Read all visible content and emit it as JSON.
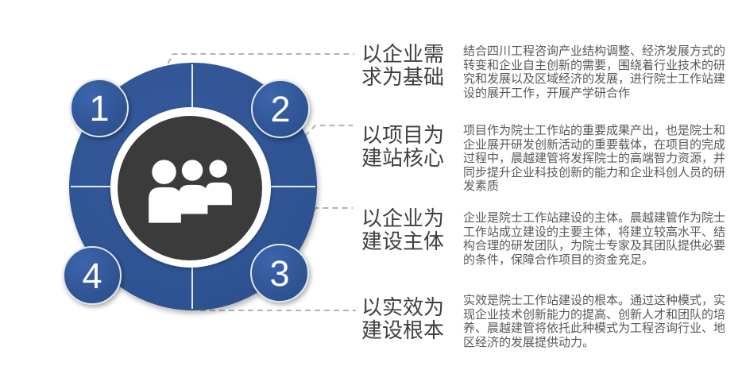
{
  "diagram": {
    "badges": [
      {
        "number": "1"
      },
      {
        "number": "2"
      },
      {
        "number": "3"
      },
      {
        "number": "4"
      }
    ],
    "center_icon": "people-group-icon",
    "colors": {
      "primary_blue": "#2F5493",
      "center_dark": "#3B3B3B",
      "ring_white": "#FFFFFF",
      "connector_gray": "#B3B3B3",
      "heading_text": "#3F3F3F",
      "body_text": "#595959"
    }
  },
  "sections": [
    {
      "number": "1",
      "title": "以企业需求为基础",
      "body": "结合四川工程咨询产业结构调整、经济发展方式的转变和企业自主创新的需要，围绕着行业技术的研究和发展以及区域经济的发展，进行院士工作站建设的展开工作，开展产学研合作"
    },
    {
      "number": "2",
      "title": "以项目为建站核心",
      "body": "项目作为院士工作站的重要成果产出，也是院士和企业展开研发创新活动的重要载体，在项目的完成过程中，晨越建管将发挥院士的高端智力资源，并同步提升企业科技创新的能力和企业科创人员的研发素质"
    },
    {
      "number": "3",
      "title": "以企业为建设主体",
      "body": "企业是院士工作站建设的主体。晨越建管作为院士工作站成立建设的主要主体，将建立较高水平、结构合理的研发团队，为院士专家及其团队提供必要的条件，保障合作项目的资金充足。"
    },
    {
      "number": "4",
      "title": "以实效为建设根本",
      "body": "实效是院士工作站建设的根本。通过这种模式，实现企业技术创新能力的提高、创新人才和团队的培养、晨越建管将依托此种模式为工程咨询行业、地区经济的发展提供动力。"
    }
  ]
}
